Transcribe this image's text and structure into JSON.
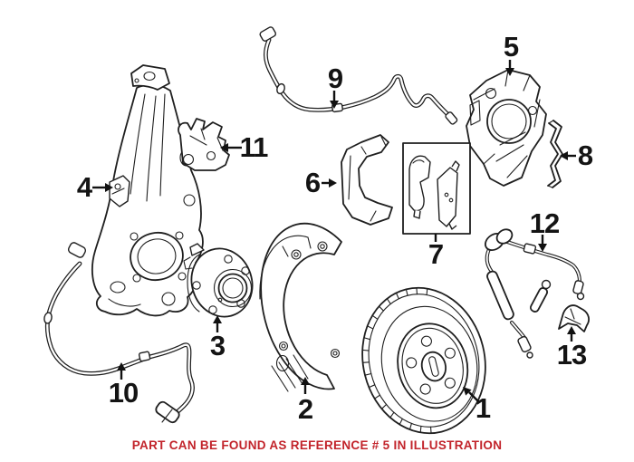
{
  "figure": {
    "background": "#ffffff",
    "line_color": "#1f1f1f",
    "description": "Exploded line-art diagram of front brake components with numbered reference arrows"
  },
  "labels": [
    {
      "number": "1",
      "part": "brake-disc-rotor"
    },
    {
      "number": "2",
      "part": "brake-dust-shield"
    },
    {
      "number": "3",
      "part": "wheel-hub-bearing"
    },
    {
      "number": "4",
      "part": "steering-knuckle"
    },
    {
      "number": "5",
      "part": "brake-caliper"
    },
    {
      "number": "6",
      "part": "caliper-carrier-bracket"
    },
    {
      "number": "7",
      "part": "brake-pad-set"
    },
    {
      "number": "8",
      "part": "caliper-retaining-spring"
    },
    {
      "number": "9",
      "part": "brake-pad-wear-sensor-upper"
    },
    {
      "number": "10",
      "part": "brake-pad-wear-sensor-lower"
    },
    {
      "number": "11",
      "part": "small-mounting-bracket"
    },
    {
      "number": "12",
      "part": "brake-hose-assembly"
    },
    {
      "number": "13",
      "part": "hose-clip-bracket"
    }
  ],
  "caption": {
    "text": "PART CAN BE FOUND AS REFERENCE # 5 IN ILLUSTRATION",
    "color": "#C2242B"
  }
}
